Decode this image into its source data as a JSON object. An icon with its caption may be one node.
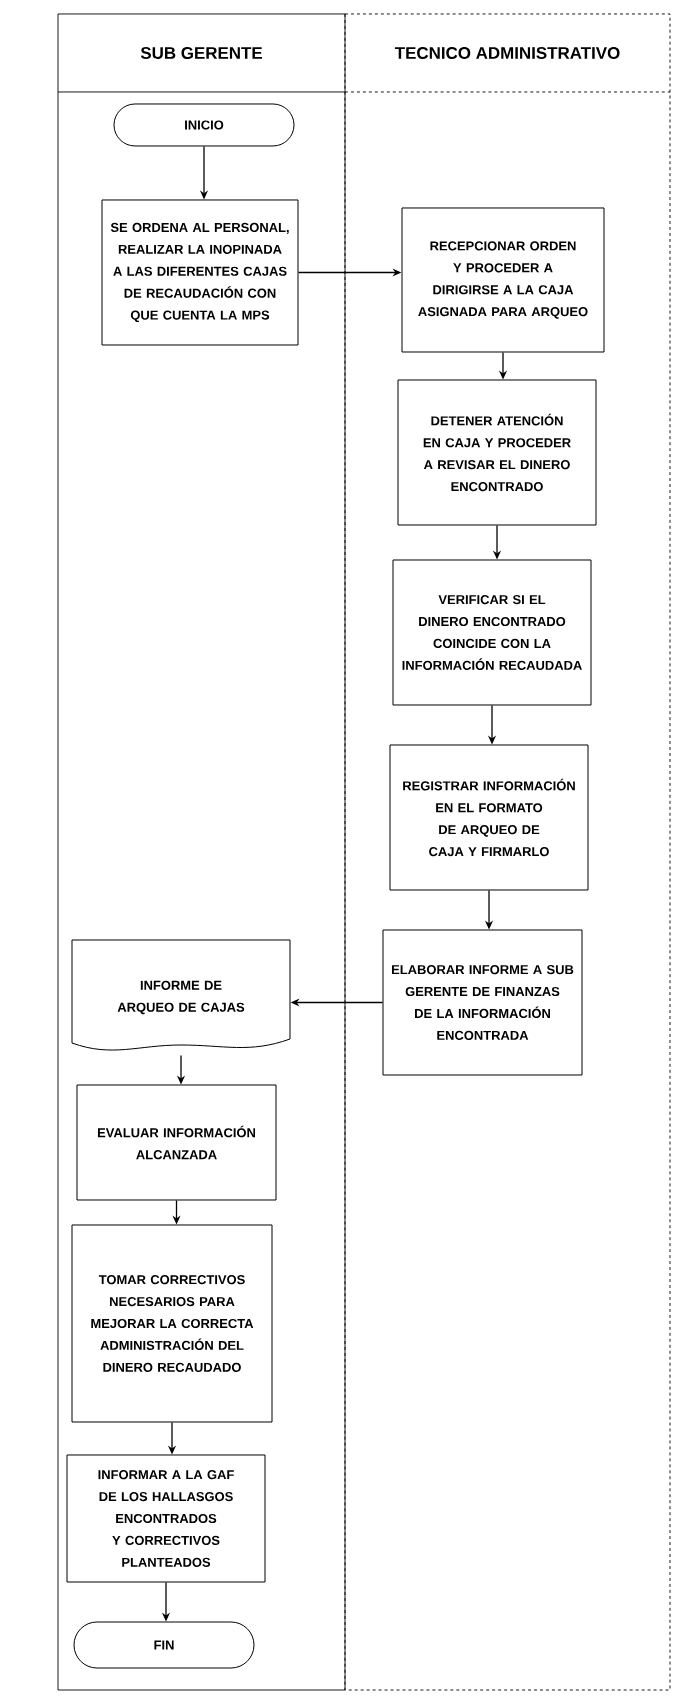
{
  "diagram": {
    "nodes": [
      {
        "text": [
          "SUB GERENTE"
        ]
      },
      {
        "text": [
          "TECNICO ADMINISTRATIVO"
        ]
      },
      {
        "text": [
          "INICIO"
        ],
        "in": 0
      },
      {
        "text": [
          "SE ORDENA AL PERSONAL, REALIZAR LA INOPINADA A LAS DIFERENTES CAJAS DE RECAUDACIÓN CON QUE CUENTA LA MPS"
        ],
        "in": 0
      },
      {
        "text": [
          "RECEPCIONAR ORDEN Y PROCEDER A DIRIGIRSE A LA CAJA ASIGNADA PARA ARQUEO"
        ],
        "in": 1
      },
      {
        "text": [
          "DETENER ATENCIÓN EN CAJA Y PROCEDER A REVISAR EL DINERO ENCONTRADO"
        ],
        "in": 1
      },
      {
        "text": [
          "VERIFICAR SI EL DINERO ENCONTRADO COINCIDE CON LA INFORMACIÓN RECAUDADA"
        ],
        "in": 1
      },
      {
        "text": [
          "REGISTRAR INFORMACIÓN EN EL FORMATO DE ARQUEO DE CAJA Y FIRMARLO"
        ],
        "in": 1
      },
      {
        "text": [
          "ELABORAR INFORME A SUB GERENTE DE FINANZAS DE LA INFORMACIÓN ENCONTRADA"
        ],
        "in": 1
      },
      {
        "text": [
          "INFORME DE ARQUEO DE CAJAS"
        ],
        "in": 0
      },
      {
        "text": [
          "EVALUAR INFORMACIÓN ALCANZADA"
        ],
        "in": 0
      },
      {
        "text": [
          "TOMAR CORRECTIVOS NECESARIOS PARA MEJORAR LA CORRECTA ADMINISTRACIÓN DEL DINERO RECAUDADO"
        ],
        "in": 0
      },
      {
        "text": [
          "INFORMAR A LA GAF DE LOS HALLASGOS ENCONTRADOS Y CORRECTIVOS PLANTEADOS"
        ],
        "in": 0
      },
      {
        "text": [
          "FIN"
        ],
        "in": 0
      }
    ],
    "edges": [
      {
        "from": 2,
        "to": 3,
        "arrow": "to"
      },
      {
        "from": 3,
        "to": 4,
        "arrow": "to"
      },
      {
        "from": 4,
        "to": 5,
        "arrow": "to"
      },
      {
        "from": 5,
        "to": 6,
        "arrow": "to"
      },
      {
        "from": 6,
        "to": 7,
        "arrow": "to"
      },
      {
        "from": 7,
        "to": 8,
        "arrow": "to"
      },
      {
        "from": 8,
        "to": 9,
        "arrow": "to"
      },
      {
        "from": 9,
        "to": 10,
        "arrow": "to"
      },
      {
        "from": 10,
        "to": 11,
        "arrow": "to"
      },
      {
        "from": 11,
        "to": 12,
        "arrow": "to"
      },
      {
        "from": 12,
        "to": 13,
        "arrow": "to"
      }
    ]
  }
}
